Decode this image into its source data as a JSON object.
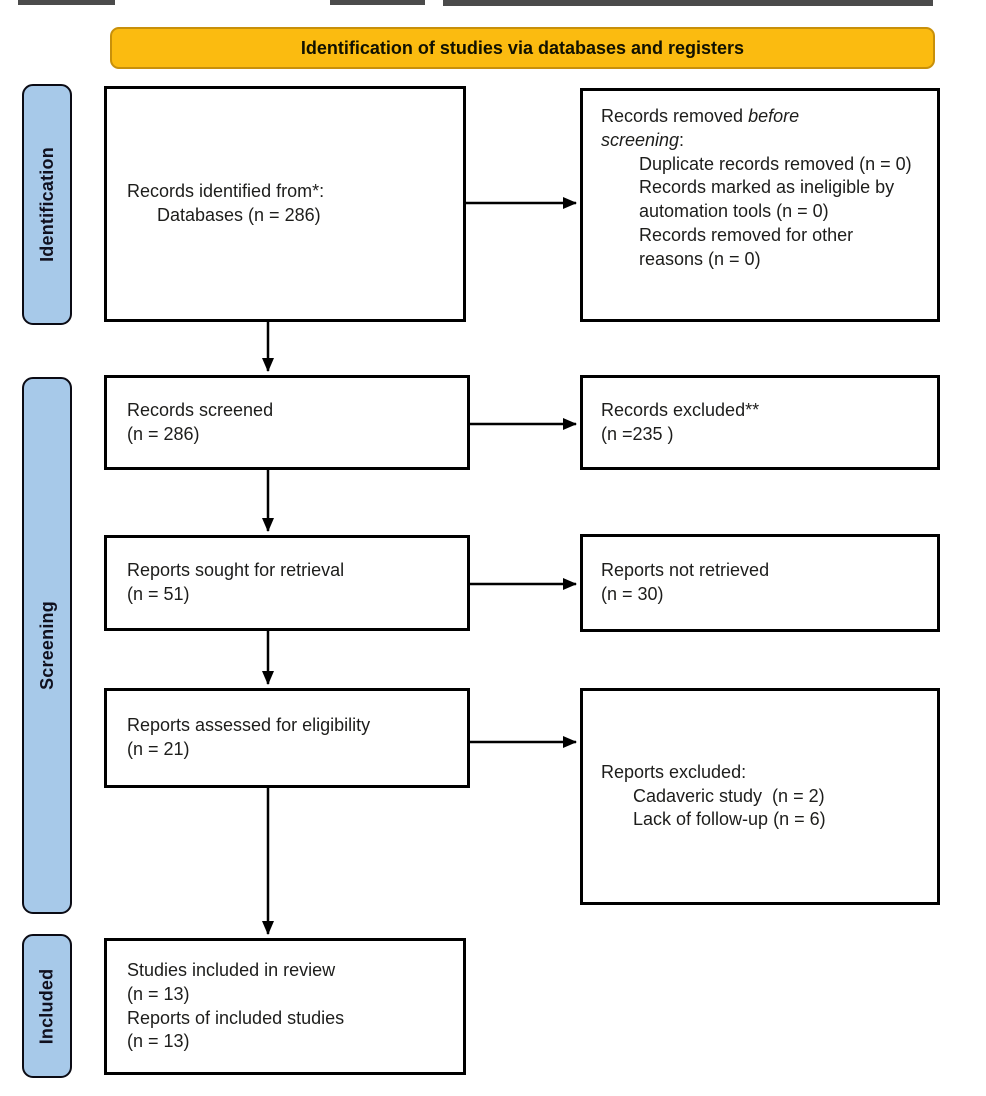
{
  "theme": {
    "header_fill": "#FBBB10",
    "header_border": "#C8900A",
    "stage_fill": "#A7C9E9",
    "box_border": "#000000",
    "text_color": "#1d1d1b"
  },
  "header": {
    "title": "Identification of studies via databases and registers"
  },
  "stages": [
    {
      "label": "Identification"
    },
    {
      "label": "Screening"
    },
    {
      "label": "Included"
    }
  ],
  "boxes": {
    "identified": {
      "line1": "Records identified from*:",
      "line2": "Databases (n = 286)"
    },
    "removed_before": {
      "l1_plain": "Records removed ",
      "l1_italic": "before",
      "l2_italic": "screening",
      "l2_plain": ":",
      "items": [
        "Duplicate records removed (n = 0)",
        "Records marked as ineligible by automation tools (n = 0)",
        "Records removed for other reasons (n = 0)"
      ]
    },
    "screened": {
      "line1": "Records screened",
      "line2": "(n = 286)"
    },
    "excluded": {
      "line1": "Records excluded**",
      "line2": "(n =235 )"
    },
    "sought": {
      "line1": "Reports sought for retrieval",
      "line2": "(n = 51)"
    },
    "not_retrieved": {
      "line1": "Reports not retrieved",
      "line2": "(n = 30)"
    },
    "assessed": {
      "line1": "Reports assessed for eligibility",
      "line2": "(n = 21)"
    },
    "reports_excluded": {
      "intro": "Reports excluded:",
      "items": [
        "Cadaveric study  (n = 2)",
        "Lack of follow-up (n = 6)"
      ]
    },
    "included": {
      "line1": "Studies included in review",
      "line2": "(n = 13)",
      "line3": "Reports of included studies",
      "line4": "(n = 13)"
    }
  }
}
